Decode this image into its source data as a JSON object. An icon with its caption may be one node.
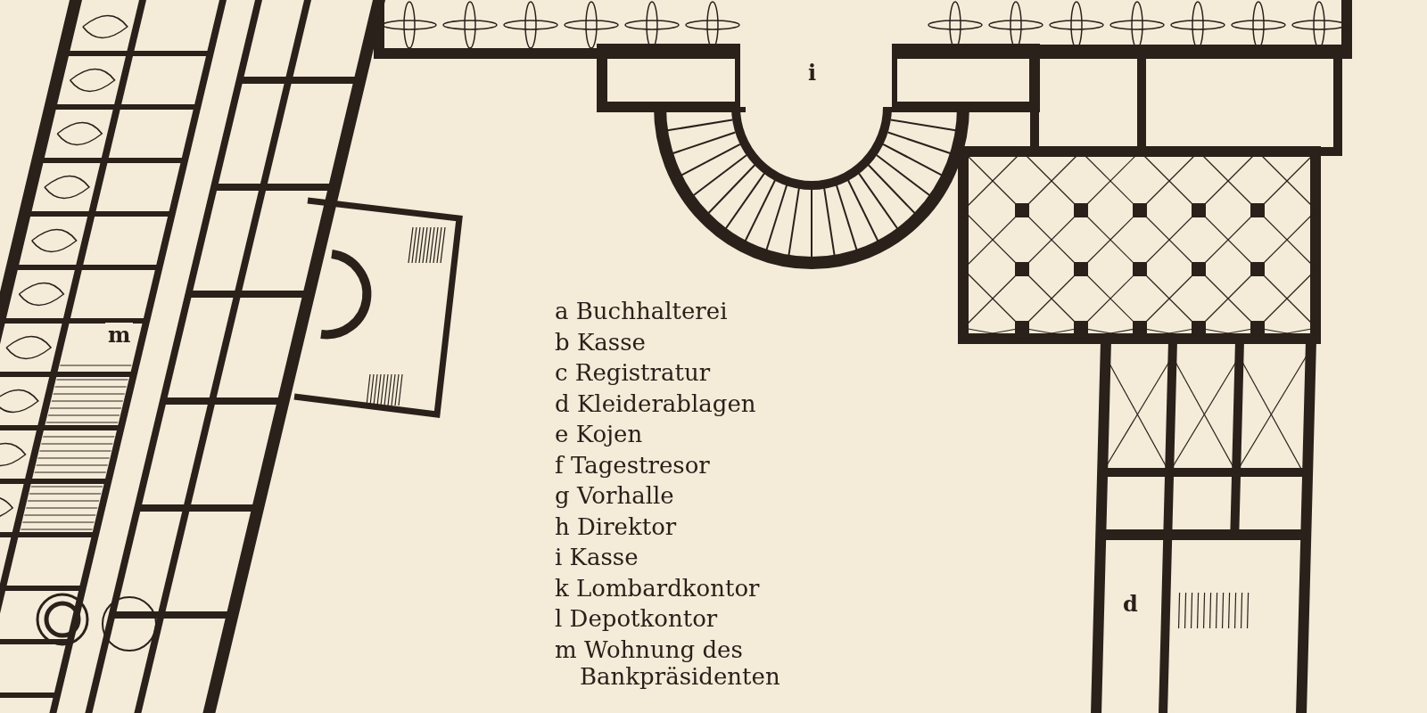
{
  "diagram": {
    "labels": [
      "i",
      "m",
      "a Buchhalterei",
      "b Kasse",
      "c Registratur",
      "d Kleiderablagen",
      "e Kojen",
      "f Tagestresor",
      "g Vorhalle",
      "h Direktor",
      "i Kasse",
      "k Lombardkontor",
      "l Depotkontor",
      "m Wohnung des Bankpräsidenten",
      "d"
    ]
  }
}
